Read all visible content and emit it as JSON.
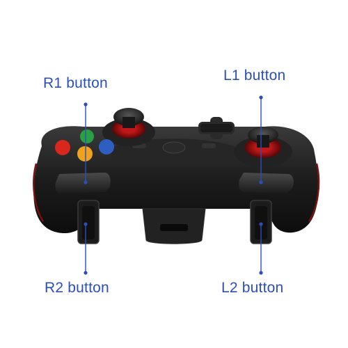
{
  "callouts": {
    "r1": "R1 button",
    "l1": "L1 button",
    "r2": "R2 button",
    "l2": "L2 button"
  },
  "colors": {
    "label": "#2b4fb8",
    "leader_line": "#2b4fb8",
    "controller_body": "#1a1a1a",
    "accent_red": "#8a1010",
    "face_button_red": "#d8271c",
    "face_button_yellow": "#f0a11d",
    "face_button_green": "#28a043",
    "face_button_blue": "#2d5fc2"
  }
}
